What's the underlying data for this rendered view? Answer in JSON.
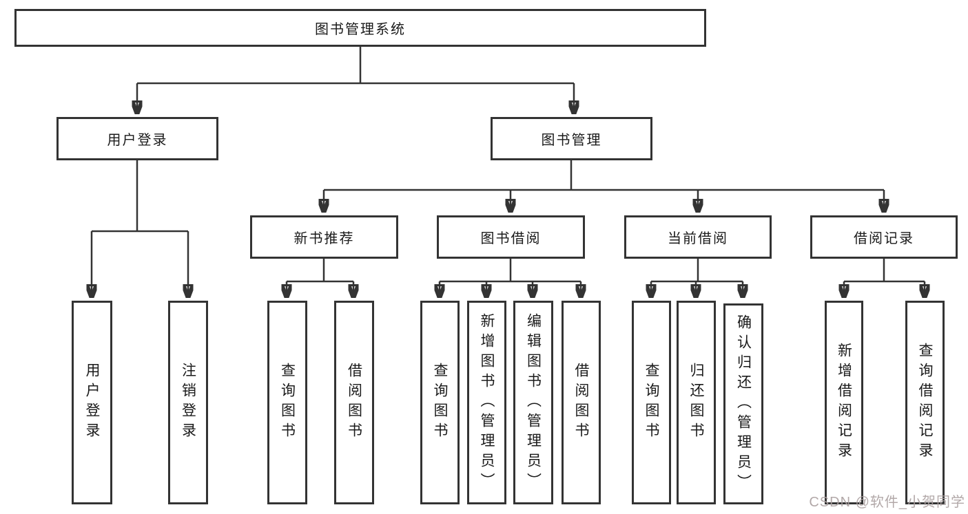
{
  "tree": {
    "root": "图书管理系统",
    "branches": [
      {
        "label": "用户登录",
        "children": [
          "用户登录",
          "注销登录"
        ]
      },
      {
        "label": "图书管理",
        "children": [
          {
            "label": "新书推荐",
            "children": [
              "查询图书",
              "借阅图书"
            ]
          },
          {
            "label": "图书借阅",
            "children": [
              "查询图书",
              "新增图书（管理员）",
              "编辑图书（管理员）",
              "借阅图书"
            ]
          },
          {
            "label": "当前借阅",
            "children": [
              "查询图书",
              "归还图书",
              "确认归还（管理员）"
            ]
          },
          {
            "label": "借阅记录",
            "children": [
              "新增借阅记录",
              "查询借阅记录"
            ]
          }
        ]
      }
    ]
  },
  "watermark": {
    "text": "CSDN @软件_小贺同学"
  },
  "colors": {
    "box_border": "#333333",
    "connector": "#333333",
    "text": "#1a1a1a",
    "watermark": "#aa9e9e",
    "background": "#ffffff"
  }
}
